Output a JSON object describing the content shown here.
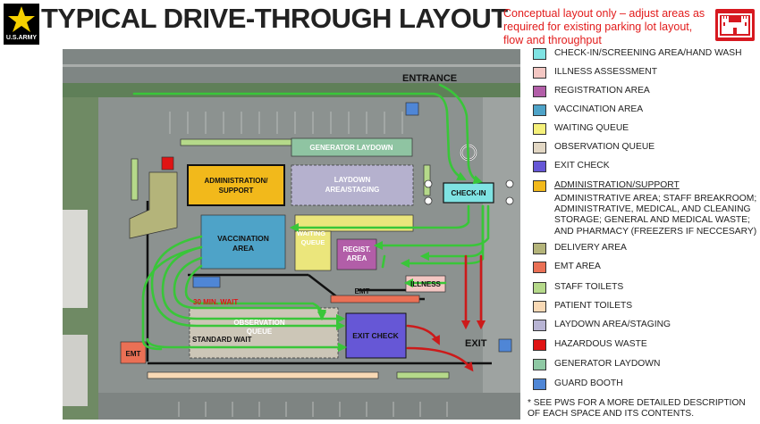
{
  "header": {
    "logo_text": "U.S.ARMY",
    "title": "TYPICAL DRIVE-THROUGH LAYOUT",
    "disclaimer": "Conceptual layout only – adjust areas as required for existing parking lot layout, flow and throughput"
  },
  "map_labels": {
    "entrance": "ENTRANCE",
    "exit": "EXIT",
    "generator_laydown": "GENERATOR LAYDOWN",
    "admin_line1": "ADMINISTRATION/",
    "admin_line2": "SUPPORT",
    "laydown_line1": "LAYDOWN",
    "laydown_line2": "AREA/STAGING",
    "check_in": "CHECK-IN",
    "vaccination_line1": "VACCINATION",
    "vaccination_line2": "AREA",
    "waiting_line1": "WAITING",
    "waiting_line2": "QUEUE",
    "regist_line1": "REGIST.",
    "regist_line2": "AREA",
    "illness": "ILLNESS",
    "emt": "EMT",
    "wait_30": "30 MIN. WAIT",
    "observation_line1": "OBSERVATION",
    "observation_line2": "QUEUE",
    "standard_wait": "STANDARD WAIT",
    "exit_check": "EXIT CHECK",
    "emt_left": "EMT"
  },
  "colors": {
    "check_in": "#7fe3e3",
    "illness": "#f4c7c3",
    "registration": "#b25ea8",
    "vaccination": "#4ea3c8",
    "waiting": "#f5f07a",
    "observation": "#e2d7c4",
    "exit_check": "#6657d6",
    "admin": "#f2b91b",
    "delivery": "#b4b47a",
    "emt": "#ea7055",
    "staff_toilets": "#b5d98a",
    "patient_toilets": "#f8d9b5",
    "laydown": "#b8b4d4",
    "hazardous": "#e01414",
    "generator": "#8fc9a4",
    "guard": "#4f86d6",
    "flow_green": "#39c639",
    "flow_red": "#cc1a1a"
  },
  "legend": [
    {
      "label": "CHECK-IN/SCREENING AREA/HAND WASH",
      "color": "#7fe3e3",
      "underline": false,
      "desc": ""
    },
    {
      "label": "ILLNESS ASSESSMENT",
      "color": "#f4c7c3",
      "underline": false,
      "desc": ""
    },
    {
      "label": "REGISTRATION AREA",
      "color": "#b25ea8",
      "underline": false,
      "desc": ""
    },
    {
      "label": "VACCINATION AREA",
      "color": "#4ea3c8",
      "underline": false,
      "desc": ""
    },
    {
      "label": "WAITING QUEUE",
      "color": "#f5f07a",
      "underline": false,
      "desc": ""
    },
    {
      "label": "OBSERVATION QUEUE",
      "color": "#e2d7c4",
      "underline": false,
      "desc": ""
    },
    {
      "label": "EXIT CHECK",
      "color": "#6657d6",
      "underline": false,
      "desc": ""
    },
    {
      "label": "ADMINISTRATION/SUPPORT",
      "color": "#f2b91b",
      "underline": true,
      "desc": "ADMINISTRATIVE AREA; STAFF BREAKROOM; ADMINISTRATIVE, MEDICAL, AND CLEANING STORAGE; GENERAL AND MEDICAL WASTE; AND PHARMACY (FREEZERS IF NECCESARY)"
    },
    {
      "label": "DELIVERY AREA",
      "color": "#b4b47a",
      "underline": false,
      "desc": ""
    },
    {
      "label": "EMT AREA",
      "color": "#ea7055",
      "underline": false,
      "desc": ""
    },
    {
      "label": "STAFF TOILETS",
      "color": "#b5d98a",
      "underline": false,
      "desc": ""
    },
    {
      "label": "PATIENT TOILETS",
      "color": "#f8d9b5",
      "underline": false,
      "desc": ""
    },
    {
      "label": "LAYDOWN AREA/STAGING",
      "color": "#b8b4d4",
      "underline": false,
      "desc": ""
    },
    {
      "label": "HAZARDOUS WASTE",
      "color": "#e01414",
      "underline": false,
      "desc": ""
    },
    {
      "label": "GENERATOR LAYDOWN",
      "color": "#8fc9a4",
      "underline": false,
      "desc": ""
    },
    {
      "label": "GUARD BOOTH",
      "color": "#4f86d6",
      "underline": false,
      "desc": ""
    }
  ],
  "footnote": "* SEE PWS FOR A MORE DETAILED DESCRIPTION OF EACH SPACE AND ITS CONTENTS."
}
